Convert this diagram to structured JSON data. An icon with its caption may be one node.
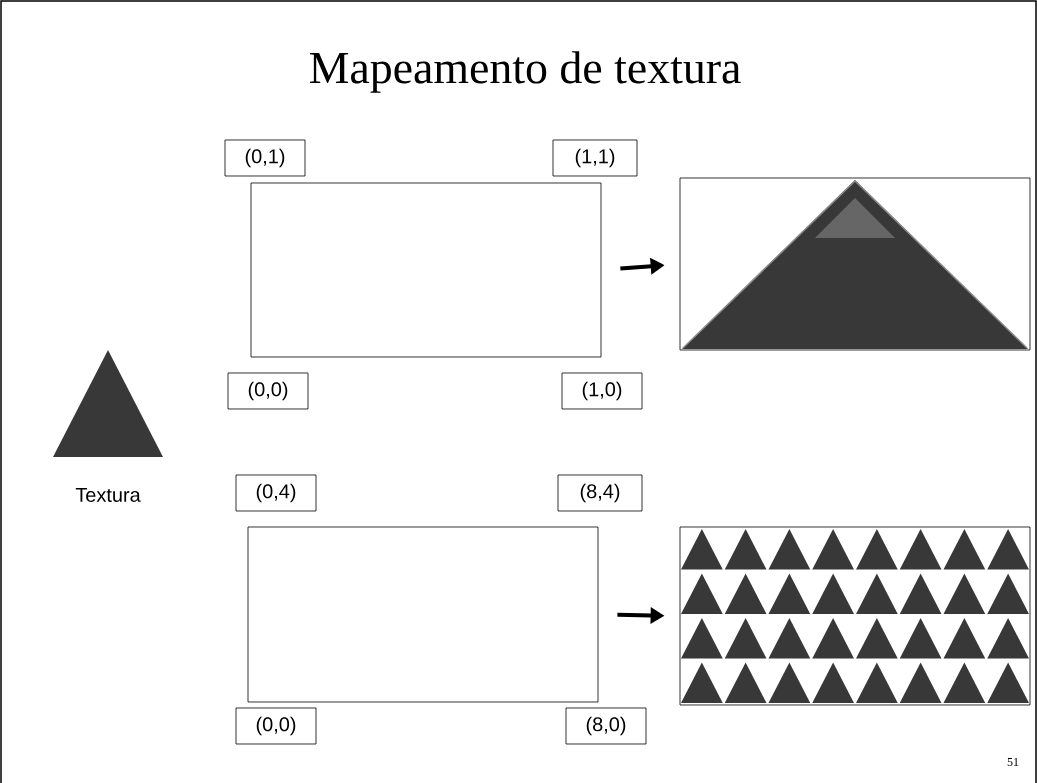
{
  "diagram": {
    "title": "Mapeamento de textura",
    "nodes": [
      {
        "text": [
          "(0,1)"
        ]
      },
      {
        "text": [
          "(1,1)"
        ]
      },
      {
        "text": [],
        "shape": "box"
      },
      {
        "text": [
          "(0,0)"
        ]
      },
      {
        "text": [
          "(1,0)"
        ]
      },
      {
        "text": [],
        "shape": "picture"
      },
      {
        "text": [],
        "shape": "picture",
        "beside": [
          "Textura"
        ]
      },
      {
        "text": [
          "(0,4)"
        ]
      },
      {
        "text": [
          "(8,4)"
        ]
      },
      {
        "text": [],
        "shape": "box"
      },
      {
        "text": [
          "(0,0)"
        ]
      },
      {
        "text": [
          "(8,0)"
        ]
      },
      {
        "text": [],
        "shape": "picture"
      }
    ],
    "edges": [
      {
        "from": 2,
        "to": 5,
        "arrow": "to"
      },
      {
        "from": 9,
        "to": 12,
        "arrow": "to"
      }
    ],
    "labels": [
      "51"
    ]
  }
}
